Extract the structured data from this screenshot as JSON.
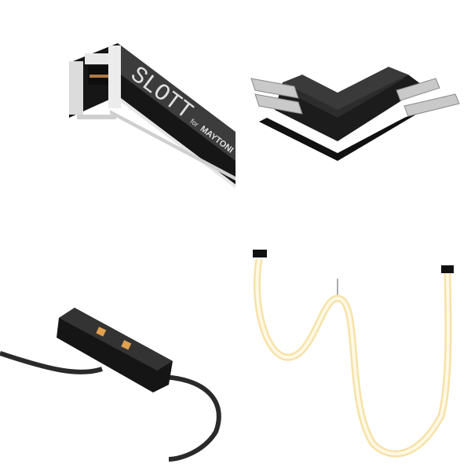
{
  "products": [
    {
      "name": "track-rail",
      "logo": "SLOTT for MAYTONI",
      "logo_main": "SLOTT",
      "logo_sub": "for",
      "logo_brand": "MAYTONI"
    },
    {
      "name": "corner-connector"
    },
    {
      "name": "power-feed-connector"
    },
    {
      "name": "flexible-pendant-light"
    }
  ],
  "colors": {
    "background": "#ffffff",
    "rail_face": "#3a3a3a",
    "black": "#151515",
    "aluminum": "#d8d8d8",
    "accent_orange": "#e0a050",
    "light_tube": "#fbefc8"
  }
}
